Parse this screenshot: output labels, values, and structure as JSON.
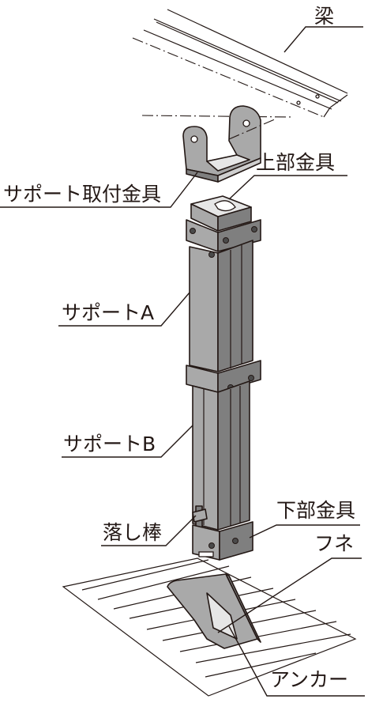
{
  "labels": {
    "beam": "梁",
    "upper_fitting": "上部金具",
    "support_mount_fitting": "サポート取付金具",
    "support_a": "サポートA",
    "support_b": "サポートB",
    "drop_rod": "落し棒",
    "lower_fitting": "下部金具",
    "fin": "フネ",
    "anchor": "アンカー"
  }
}
